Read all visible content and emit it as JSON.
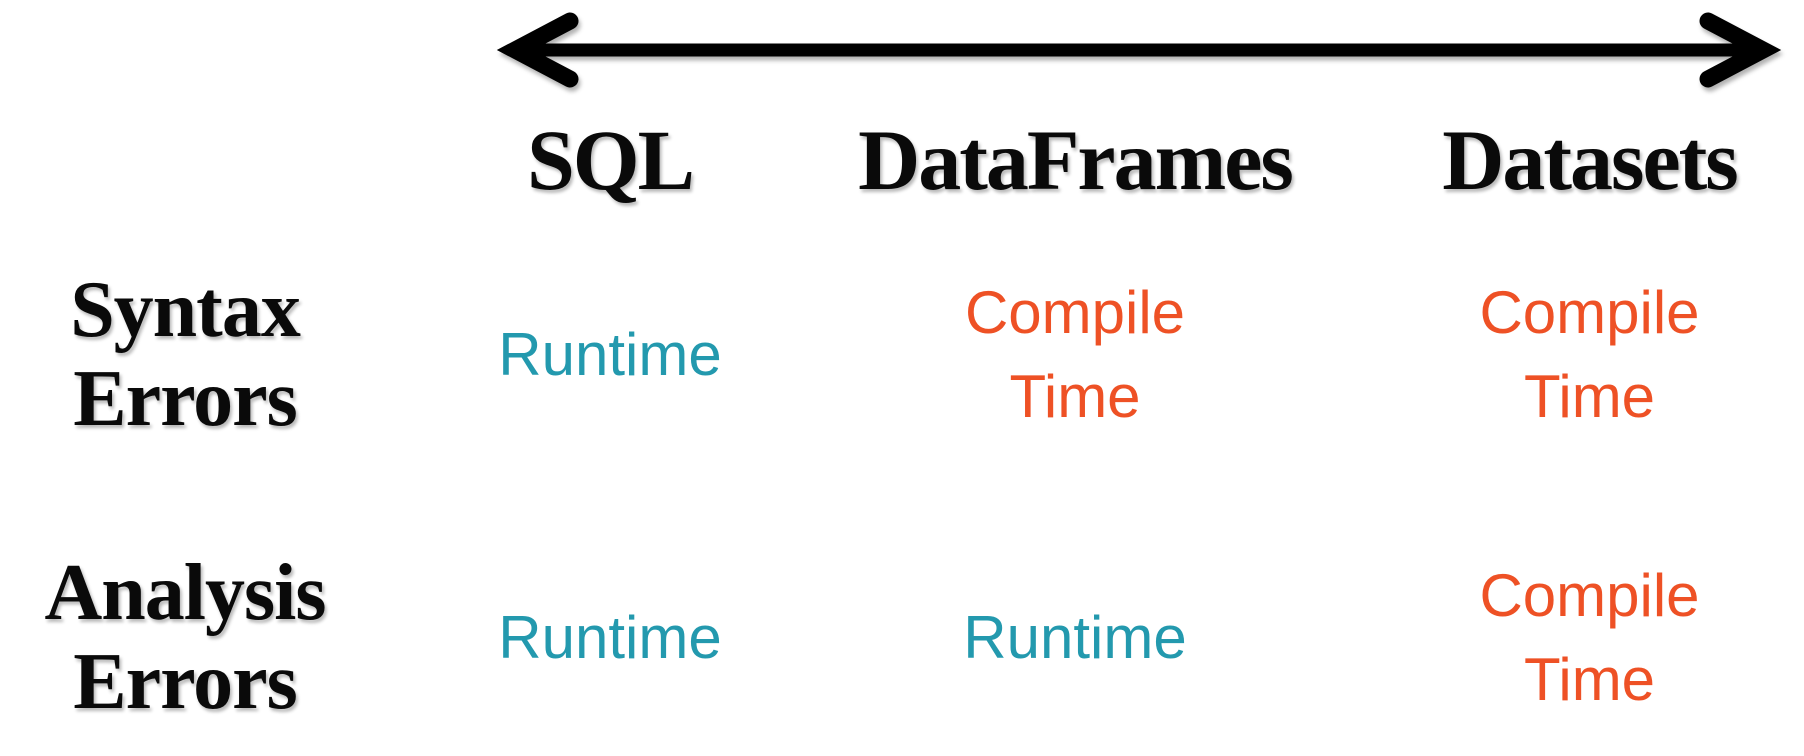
{
  "colors": {
    "runtime": "#2399AE",
    "compile_time": "#EE5125",
    "heading": "#0A0A0A",
    "arrow": "#000000",
    "background": "#FFFFFF"
  },
  "arrow": {
    "icon": "double-headed-arrow",
    "direction": "horizontal"
  },
  "table": {
    "column_headers": [
      "SQL",
      "DataFrames",
      "Datasets"
    ],
    "rows": [
      {
        "label_lines": [
          "Syntax",
          "Errors"
        ],
        "cells": [
          {
            "kind": "runtime",
            "lines": [
              "Runtime"
            ]
          },
          {
            "kind": "compile_time",
            "lines": [
              "Compile",
              "Time"
            ]
          },
          {
            "kind": "compile_time",
            "lines": [
              "Compile",
              "Time"
            ]
          }
        ]
      },
      {
        "label_lines": [
          "Analysis",
          "Errors"
        ],
        "cells": [
          {
            "kind": "runtime",
            "lines": [
              "Runtime"
            ]
          },
          {
            "kind": "runtime",
            "lines": [
              "Runtime"
            ]
          },
          {
            "kind": "compile_time",
            "lines": [
              "Compile",
              "Time"
            ]
          }
        ]
      }
    ]
  }
}
